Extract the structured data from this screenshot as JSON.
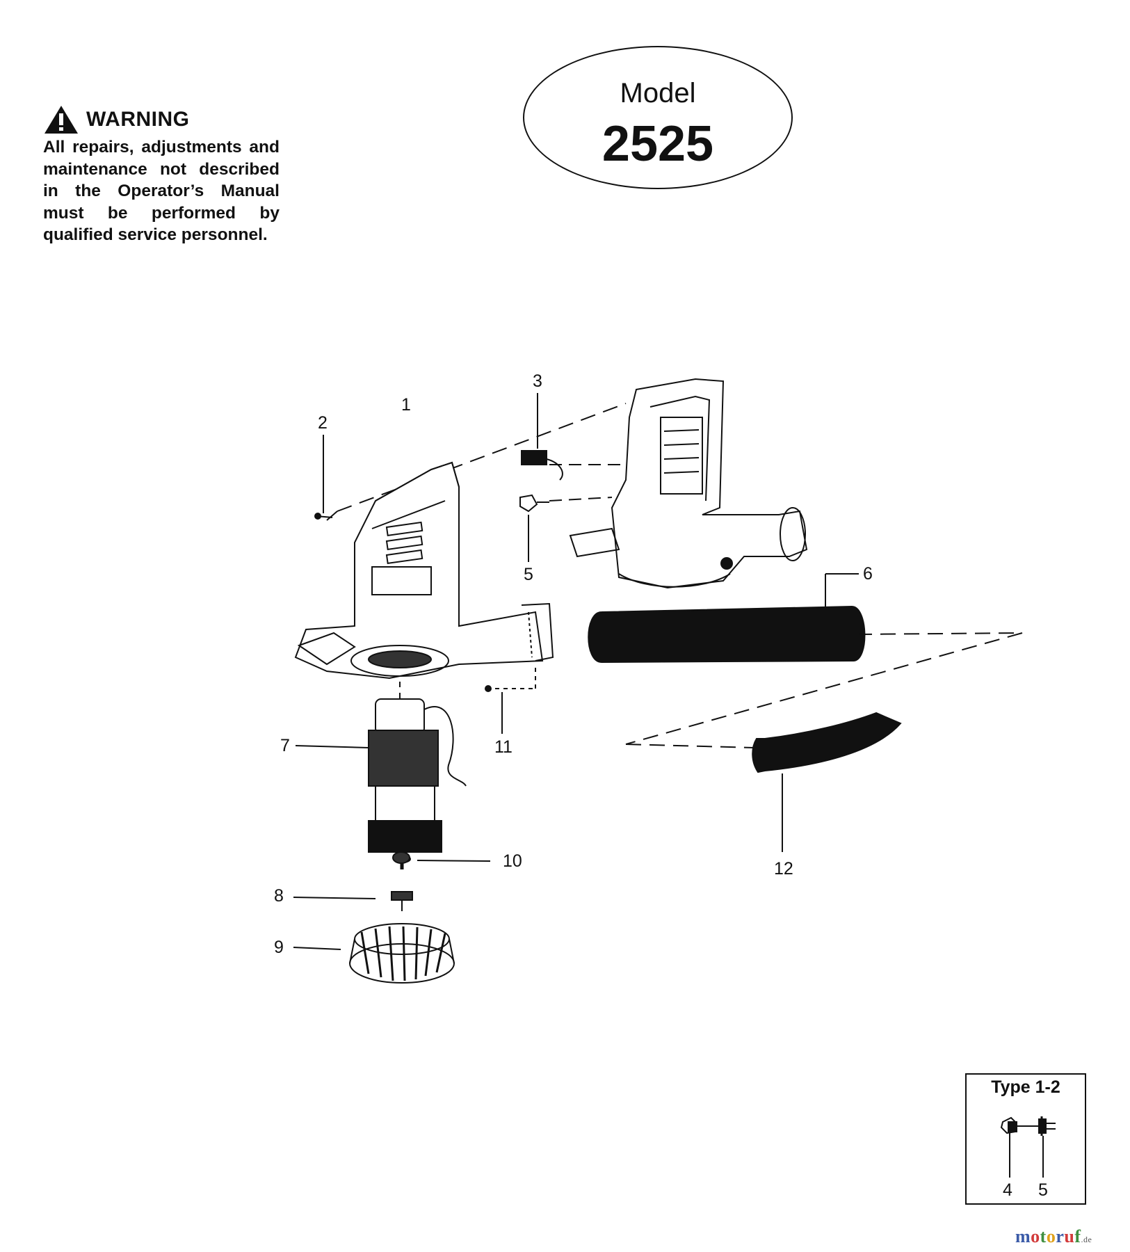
{
  "warning": {
    "title": "WARNING",
    "text": "All repairs, adjustments and maintenance not described in the Operator’s Manual must be performed by qualified service personnel."
  },
  "model": {
    "label": "Model",
    "number": "2525"
  },
  "callouts": {
    "c1": "1",
    "c2": "2",
    "c3": "3",
    "c5": "5",
    "c6": "6",
    "c7": "7",
    "c8": "8",
    "c9": "9",
    "c10": "10",
    "c11": "11",
    "c12": "12"
  },
  "type_inset": {
    "title": "Type 1-2",
    "label_a": "4",
    "label_b": "5"
  },
  "watermark": {
    "text": "motoruf",
    "suffix": ".de"
  },
  "icons": [
    "warning-triangle-icon"
  ]
}
